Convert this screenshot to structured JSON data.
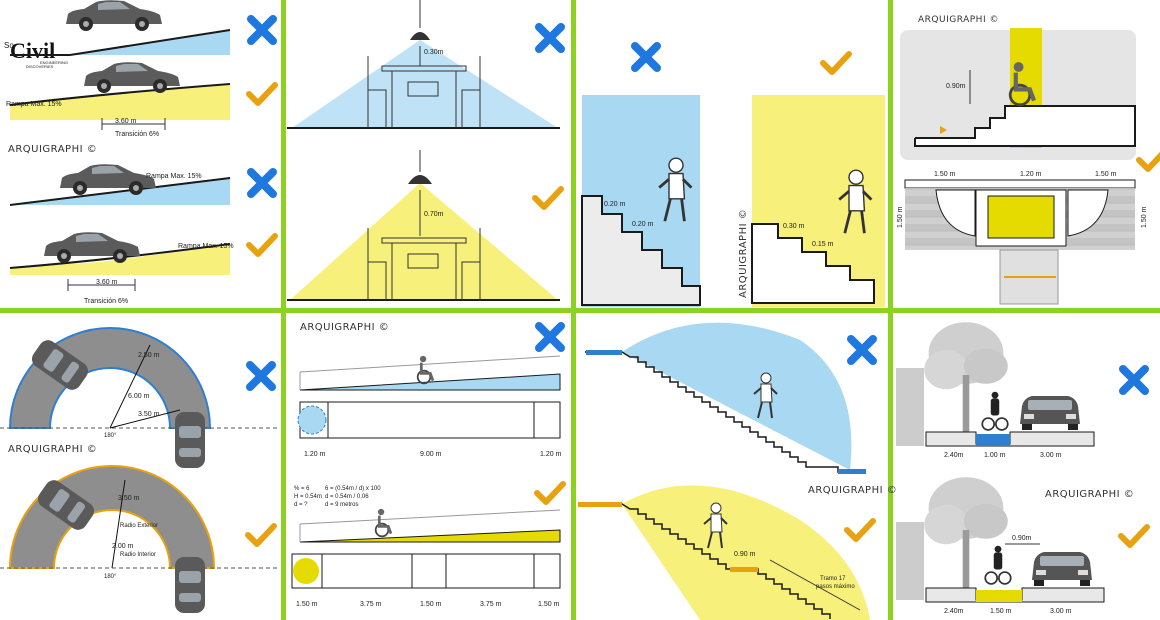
{
  "colors": {
    "green_divider": "#8BD320",
    "blue_fill": "#A9D8F3",
    "blue_strong": "#2F7FD0",
    "yellow_fill": "#F7F07A",
    "yellow_strong": "#E6DB00",
    "cross": "#1F78E0",
    "check": "#E8A210",
    "asphalt": "#8E8E8E",
    "line": "#1a1a1a"
  },
  "branding": {
    "arq": "ARQUIGRAPHI",
    "copy": "©",
    "logo_word": "Civil",
    "logo_sub": "ENGINEERING",
    "logo_sub2": "DISCOVERIES",
    "logo_prefix": "So"
  },
  "panels": {
    "p1": {
      "rampa_a": "Rampa Max. 15%",
      "dim_a": "3.60 m",
      "trans_a": "Transición 6%",
      "rampa_b": "Rampa Max. 15%",
      "rampa_c": "Rampa Max. 15%",
      "dim_c": "3.60 m",
      "trans_c": "Transición 6%"
    },
    "p2": {
      "top": "0.30m",
      "bottom": "0.70m"
    },
    "p3": {
      "a1": "0.20 m",
      "a2": "0.20 m",
      "b1": "0.30 m",
      "b2": "0.15 m"
    },
    "p4": {
      "h": "0.90m",
      "w1": "1.50 m",
      "w2": "1.20 m",
      "w3": "1.50 m",
      "v1": "1.50 m",
      "v2": "1.50 m"
    },
    "p5": {
      "r1": "2.50 m",
      "r2": "6.00 m",
      "r3": "3.50 m",
      "ang1": "180°",
      "r4": "3.50 m",
      "r5": "2.00 m",
      "r6": "Radio Exterior",
      "r7": "Radio Interior",
      "ang2": "180°"
    },
    "p6": {
      "d1": "1.20 m",
      "d2": "9.00 m",
      "d3": "1.20 m",
      "f1": "% = 6",
      "f2": "H = 0.54m",
      "f3": "d = ?",
      "f4": "6 = (0.54m / d) x 100",
      "f5": "d = 0.54m / 0.06",
      "f6": "d = 9 metros",
      "e1": "1.50 m",
      "e2": "3.75 m",
      "e3": "1.50 m",
      "e4": "3.75 m",
      "e5": "1.50 m"
    },
    "p7": {
      "step": "0.90 m",
      "tramo1": "Tramo 17",
      "tramo2": "pasos máximo"
    },
    "p8": {
      "a1": "2.40m",
      "a2": "1.00 m",
      "a3": "3.00 m",
      "h": "0.90m",
      "b1": "2.40m",
      "b2": "1.50 m",
      "b3": "3.00 m"
    }
  }
}
